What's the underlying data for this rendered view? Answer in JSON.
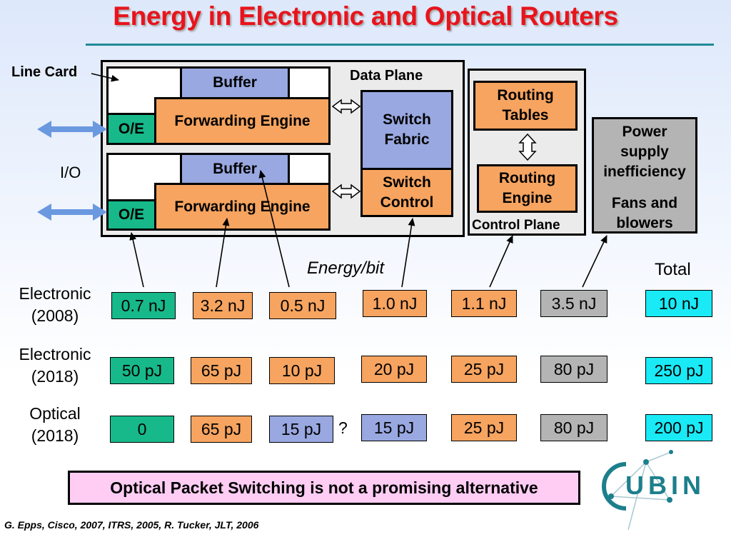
{
  "title": "Energy in Electronic and Optical Routers",
  "diagram": {
    "line_card_label": "Line Card",
    "data_plane_label": "Data Plane",
    "control_plane_label": "Control Plane",
    "io_label": "I/O",
    "buffer_label": "Buffer",
    "forwarding_engine_label": "Forwarding Engine",
    "oe_label": "O/E",
    "switch_fabric_label": "Switch Fabric",
    "switch_control_label": "Switch Control",
    "routing_tables_label": "Routing Tables",
    "routing_engine_label": "Routing Engine",
    "power_supply_label": "Power supply inefficiency",
    "fans_label": "Fans and blowers",
    "energy_per_bit_label": "Energy/bit",
    "total_label": "Total",
    "question_mark": "?"
  },
  "table": {
    "rows": [
      {
        "label": "Electronic (2008)",
        "values": [
          "0.7 nJ",
          "3.2 nJ",
          "0.5 nJ",
          "1.0 nJ",
          "1.1 nJ",
          "3.5 nJ",
          "10 nJ"
        ]
      },
      {
        "label": "Electronic (2018)",
        "values": [
          "50 pJ",
          "65 pJ",
          "10 pJ",
          "20 pJ",
          "25 pJ",
          "80 pJ",
          "250 pJ"
        ]
      },
      {
        "label": "Optical (2018)",
        "values": [
          "0",
          "65 pJ",
          "15 pJ",
          "15 pJ",
          "25 pJ",
          "80 pJ",
          "200 pJ"
        ]
      }
    ]
  },
  "conclusion": "Optical Packet Switching is not a promising alternative",
  "citation": "G. Epps, Cisco, 2007, ITRS, 2005, R. Tucker, JLT, 2006",
  "logo_text": "UBIN",
  "colors": {
    "title": "#e8141c",
    "blue_block": "#99a8e0",
    "orange_block": "#f6a460",
    "green_block": "#17b98a",
    "gray_block": "#b4b4b4",
    "cyan_block": "#19eaf6",
    "banner": "#ffcdf4",
    "logo": "#1c7f8c"
  }
}
